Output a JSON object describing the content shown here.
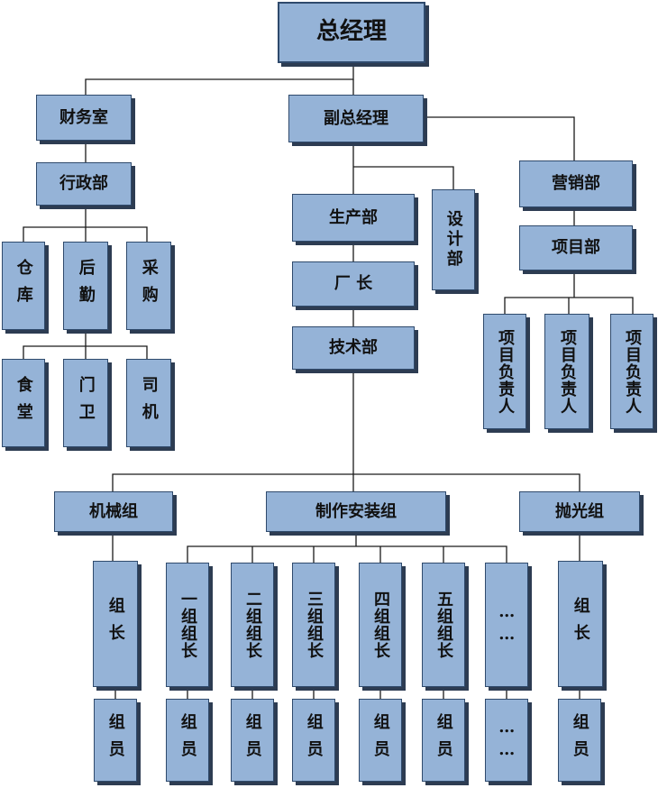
{
  "org": {
    "general_manager": "总经理",
    "finance": "财务室",
    "deputy_gm": "副总经理",
    "admin": "行政部",
    "warehouse": "仓库",
    "logistics": "后勤",
    "purchasing": "采购",
    "canteen": "食堂",
    "guard": "门卫",
    "driver": "司机",
    "production": "生产部",
    "design": "设计部",
    "factory_director": "厂 长",
    "technical": "技术部",
    "marketing": "营销部",
    "project": "项目部",
    "project_lead_1": "项目负责人",
    "project_lead_2": "项目负责人",
    "project_lead_3": "项目负责人",
    "machinery_group": "机械组",
    "fabrication_group": "制作安装组",
    "polishing_group": "抛光组",
    "leader_machinery": "组长",
    "leader_1": "一组组长",
    "leader_2": "二组组长",
    "leader_3": "三组组长",
    "leader_4": "四组组长",
    "leader_5": "五组组长",
    "leader_more": "……",
    "leader_polishing": "组长",
    "member_machinery": "组员",
    "member_1": "组员",
    "member_2": "组员",
    "member_3": "组员",
    "member_4": "组员",
    "member_5": "组员",
    "member_more": "……",
    "member_polishing": "组员"
  }
}
